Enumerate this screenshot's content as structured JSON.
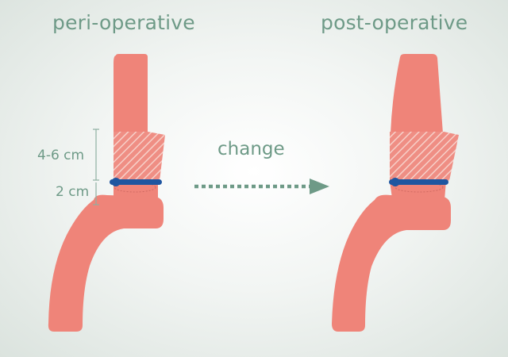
{
  "titles": {
    "left": "peri-operative",
    "right": "post-operative"
  },
  "measurements": {
    "upper": "4-6 cm",
    "lower": "2 cm"
  },
  "arrow_label": "change",
  "colors": {
    "tissue": "#ef8479",
    "tissue_shadow": "#e0675e",
    "band": "#1f56a0",
    "text": "#6e9a87",
    "hatch": "#f1c4bc"
  }
}
